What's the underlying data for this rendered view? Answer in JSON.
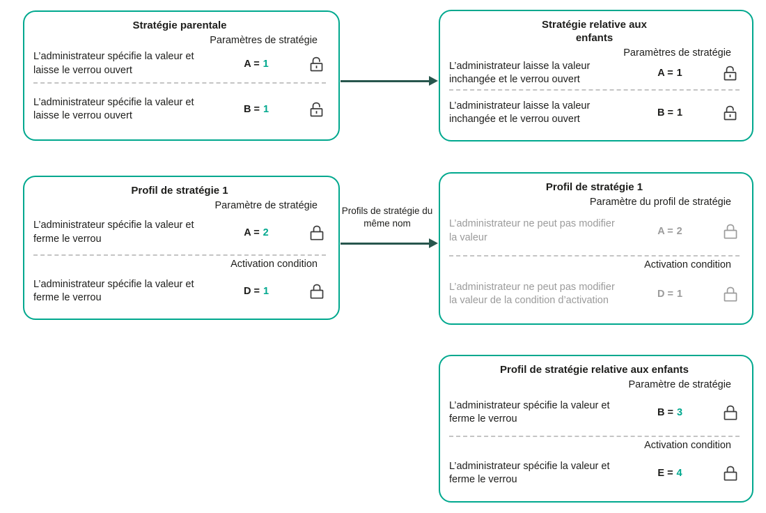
{
  "colors": {
    "accent_teal": "#00A88E",
    "box_border": "#00A88E",
    "arrow": "#27564D",
    "text": "#1D1D1B",
    "muted_gray": "#9B9B9B",
    "divider": "#C4C4C4",
    "lock": "#3C3C3C"
  },
  "arrows": {
    "middle_label": "Profils de stratégie du même nom"
  },
  "boxes": {
    "parent_policy": {
      "title": "Stratégie parentale",
      "sections": [
        {
          "header": "Paramètres de stratégie",
          "row": {
            "text": "L’administrateur spécifie la valeur et laisse le verrou ouvert",
            "label": "A =",
            "value": "1",
            "value_color": "#00A88E",
            "lock_icon": "lock-open-icon"
          }
        },
        {
          "row": {
            "text": "L’administrateur spécifie la valeur et laisse le verrou ouvert",
            "label": "B =",
            "value": "1",
            "value_color": "#00A88E",
            "lock_icon": "lock-open-icon"
          }
        }
      ]
    },
    "child_policy": {
      "title": "Stratégie relative aux enfants",
      "sections": [
        {
          "header": "Paramètres de stratégie",
          "row": {
            "text": "L’administrateur laisse la valeur inchangée et le verrou ouvert",
            "label": "A =",
            "value": "1",
            "value_color": "#1D1D1B",
            "lock_icon": "lock-open-icon"
          }
        },
        {
          "row": {
            "text": "L’administrateur laisse la valeur inchangée et le verrou ouvert",
            "label": "B =",
            "value": "1",
            "value_color": "#1D1D1B",
            "lock_icon": "lock-open-icon"
          }
        }
      ]
    },
    "policy_profile_1": {
      "title": "Profil de stratégie 1",
      "sections": [
        {
          "header": "Paramètre de stratégie",
          "row": {
            "text": "L’administrateur spécifie la valeur et ferme le verrou",
            "label": "A =",
            "value": "2",
            "value_color": "#00A88E",
            "lock_icon": "lock-closed-icon"
          }
        },
        {
          "header": "Activation condition",
          "row": {
            "text": "L’administrateur spécifie la valeur et ferme le verrou",
            "label": "D =",
            "value": "1",
            "value_color": "#00A88E",
            "lock_icon": "lock-closed-icon"
          }
        }
      ]
    },
    "policy_profile_1_inherited": {
      "title": "Profil de stratégie 1",
      "sections": [
        {
          "header": "Paramètre du profil de stratégie",
          "row": {
            "text": "L’administrateur ne peut pas modifier la valeur",
            "label": "A =",
            "value": "2",
            "value_color": "#9B9B9B",
            "lock_icon": "lock-closed-icon",
            "muted": true
          }
        },
        {
          "header": "Activation condition",
          "row": {
            "text": "L’administrateur ne peut pas modifier  la valeur de la condition d’activation",
            "label": "D =",
            "value": "1",
            "value_color": "#9B9B9B",
            "lock_icon": "lock-closed-icon",
            "muted": true
          }
        }
      ]
    },
    "child_policy_profile": {
      "title": "Profil de stratégie relative aux enfants",
      "sections": [
        {
          "header": "Paramètre de stratégie",
          "row": {
            "text": "L’administrateur spécifie la valeur et ferme le verrou",
            "label": "B =",
            "value": "3",
            "value_color": "#00A88E",
            "lock_icon": "lock-closed-icon"
          }
        },
        {
          "header": "Activation condition",
          "row": {
            "text": "L’administrateur spécifie la valeur et ferme le verrou",
            "label": "E =",
            "value": "4",
            "value_color": "#00A88E",
            "lock_icon": "lock-closed-icon"
          }
        }
      ]
    }
  }
}
